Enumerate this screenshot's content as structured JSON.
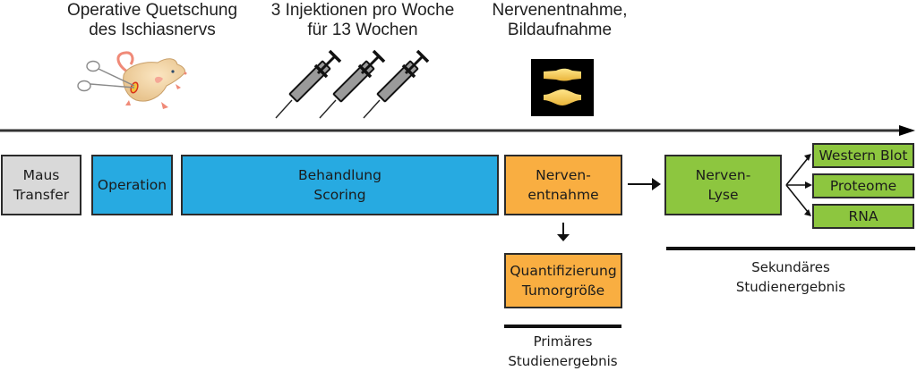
{
  "top_labels": {
    "surgery": "Operative Quetschung\ndes Ischiasnervs",
    "injections": "3 Injektionen pro Woche\nfür 13 Wochen",
    "harvest": "Nervenentnahme,\nBildaufnahme"
  },
  "icons": {
    "mouse": "mouse-with-forceps-icon",
    "syringes": [
      "syringe-icon",
      "syringe-icon",
      "syringe-icon"
    ],
    "nerve_image": "nerve-image-icon"
  },
  "timeline": {
    "arrow": "timeline-arrow"
  },
  "boxes": {
    "mouse_transfer": "Maus\nTransfer",
    "operation": "Operation",
    "treatment": "Behandlung\nScoring",
    "nerve_harvest": "Nerven-\nentnahme",
    "nerve_lysis": "Nerven-\nLyse",
    "western_blot": "Western Blot",
    "proteome": "Proteome",
    "rna": "RNA",
    "quantification": "Quantifizierung\nTumorgröße"
  },
  "outcomes": {
    "primary": "Primäres\nStudienergebnis",
    "secondary": "Sekundäres\nStudienergebnis"
  },
  "colors": {
    "gray": "#d9d9d9",
    "blue": "#27aae1",
    "orange": "#f9ae41",
    "green": "#8dc63f",
    "line": "#111111"
  }
}
